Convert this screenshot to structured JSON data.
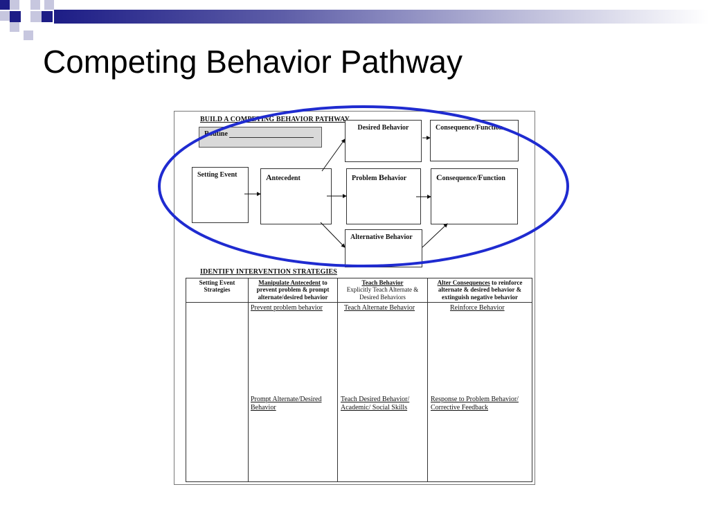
{
  "slide": {
    "title": "Competing Behavior Pathway"
  },
  "colors": {
    "accent": "#1d1d86",
    "oval": "#1f2bd0"
  },
  "document": {
    "build_heading": "BUILD A COMPETING BEHAVIOR PATHWAY",
    "routine_label": "Routine",
    "boxes": {
      "desired_behavior": "Desired Behavior",
      "consequence_top": "Consequence/Function",
      "setting_event": "Setting Event",
      "antecedent_cap": "A",
      "antecedent_rest": "ntecedent",
      "problem_pre": "Problem ",
      "problem_cap": "B",
      "problem_rest": "ehavior",
      "consequence_c": "C",
      "consequence_mid": "onsequence/",
      "consequence_f": "F",
      "consequence_rest": "unction",
      "alternative_behavior": "Alternative Behavior"
    },
    "identify_heading": "IDENTIFY INTERVENTION STRATEGIES",
    "table": {
      "col1_head": "Setting Event Strategies",
      "col2_head_u": "Manipulate Antecedent",
      "col2_head_rest": " to prevent problem & prompt alternate/desired behavior",
      "col3_head_u": "Teach Behavior",
      "col3_head_rest": "Explicitly Teach Alternate & Desired Behaviors",
      "col4_head_u": "Alter Consequences",
      "col4_head_rest": " to reinforce alternate & desired behavior & extinguish negative behavior",
      "col2_top": "Prevent problem behavior",
      "col2_bottom_1": "Prompt Alternate/Desired",
      "col2_bottom_2": "Behavior",
      "col3_top": "Teach Alternate Behavior",
      "col3_bottom_1": "Teach Desired Behavior/",
      "col3_bottom_2": "Academic/ Social Skills",
      "col4_top": "Reinforce Behavior",
      "col4_bottom_1": "Response to Problem Behavior/",
      "col4_bottom_2": "Corrective Feedback"
    }
  }
}
